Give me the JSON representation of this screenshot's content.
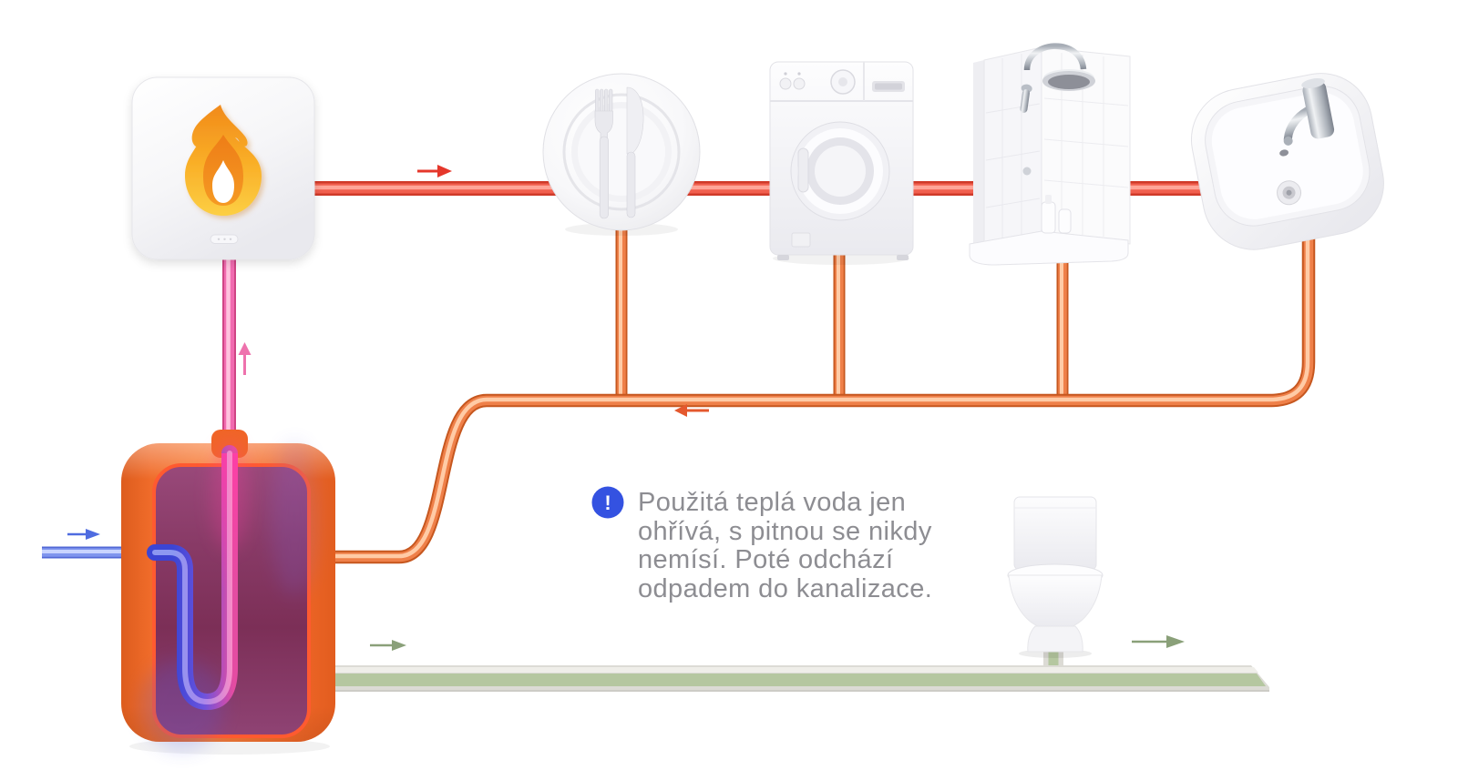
{
  "note": {
    "icon_glyph": "!",
    "lines": [
      "Použitá teplá voda jen",
      "ohřívá, s pitnou se nikdy",
      "nemísí. Poté odchází",
      "odpadem do kanalizace."
    ]
  },
  "colors": {
    "info_blue": "#3452e1",
    "note_text": "#8d8d92",
    "hot_supply_red": "#e5372b",
    "return_orange": "#e4582e",
    "heater_pink": "#ee72ad",
    "cold_blue": "#4f6ce0",
    "sewage_arrow_green": "#8aa079",
    "sewage_green": "#b5c7a0",
    "sewage_casing": "#dcdbd5",
    "tank_orange": "#f0682a",
    "tank_interior_purple": "#82355f",
    "flame_orange": "#f59a1a"
  },
  "nodes": [
    {
      "id": "gas-heater",
      "icon": "flame-icon"
    },
    {
      "id": "dinner-plate",
      "icon": "plate-fork-knife-icon"
    },
    {
      "id": "washing-machine",
      "icon": "washing-machine-icon"
    },
    {
      "id": "shower",
      "icon": "shower-icon"
    },
    {
      "id": "washbasin",
      "icon": "sink-icon"
    },
    {
      "id": "storage-tank",
      "icon": "tank-coil-icon"
    },
    {
      "id": "toilet",
      "icon": "toilet-icon"
    }
  ],
  "arrows": [
    {
      "id": "hot-supply",
      "direction": "right"
    },
    {
      "id": "heater-feed",
      "direction": "up"
    },
    {
      "id": "cold-inlet",
      "direction": "right"
    },
    {
      "id": "warm-return",
      "direction": "left"
    },
    {
      "id": "sewage-left",
      "direction": "right"
    },
    {
      "id": "sewage-right",
      "direction": "right"
    }
  ]
}
